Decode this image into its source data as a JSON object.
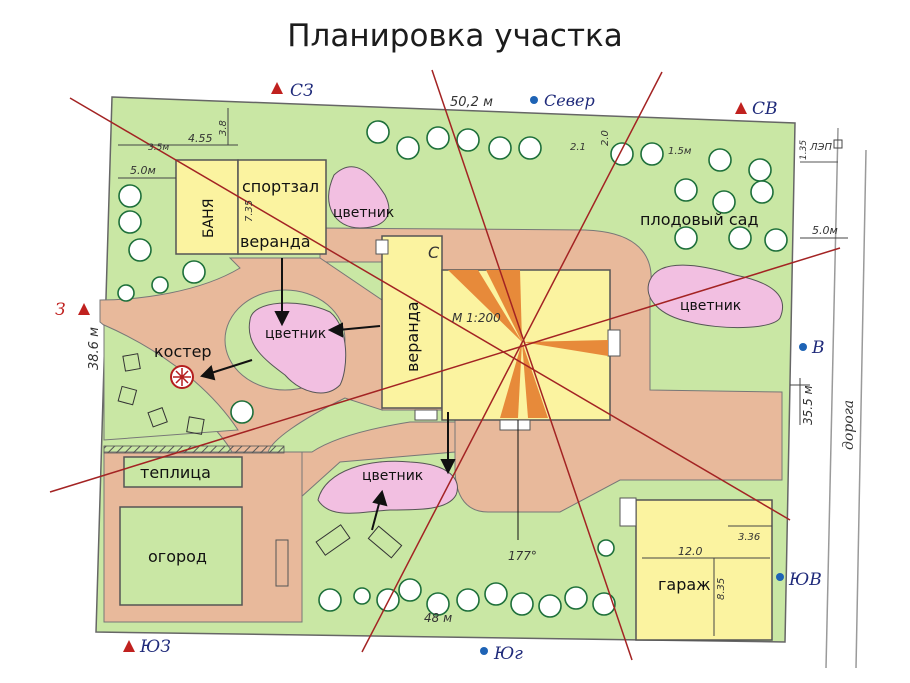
{
  "title": "Планировка участка",
  "colors": {
    "lawn": "#c9e7a4",
    "path": "#e8b99b",
    "building": "#fbf3a0",
    "flowerbed": "#f2bfe1",
    "axis": "#a32323",
    "compass_dot": "#1e63b5",
    "compass_triangle": "#c0211f"
  },
  "directions": {
    "nw": "СЗ",
    "north": "Север",
    "ne": "СВ",
    "west": "З",
    "east": "В",
    "se": "ЮВ",
    "south": "Юг",
    "sw": "ЮЗ"
  },
  "labels": {
    "sportzal": "спортзал",
    "banya": "БАНЯ",
    "veranda_small": "веранда",
    "veranda_main": "веранда",
    "flowerbed_top": "цветник",
    "flowerbed_right": "цветник",
    "flowerbed_center": "цветник",
    "flowerbed_bottom": "цветник",
    "fruit_garden": "плодовый сад",
    "bonfire": "костер",
    "greenhouse": "теплица",
    "vegetable_garden": "огород",
    "garage": "гараж",
    "road": "дорога",
    "house_north": "С",
    "scale": "М 1:200",
    "power_line": "ЛЭП"
  },
  "dimensions": {
    "top_length": "50,2 м",
    "left_length": "38.6 м",
    "right_length": "35.5 м",
    "bottom_length": "48 м",
    "bath_width": "4.55",
    "bath_offset": "3.8",
    "bath_inner": "3.5м",
    "bath_left": "5.0м",
    "bath_height": "7.35",
    "tree_gap_1": "2.1",
    "tree_gap_2": "2.0",
    "tree_gap_3": "1.5м",
    "power_offset": "1.35",
    "right_offset": "5.0м",
    "garage_length": "12.0",
    "garage_width": "3.36",
    "garage_depth": "8.35",
    "angle": "177°"
  }
}
